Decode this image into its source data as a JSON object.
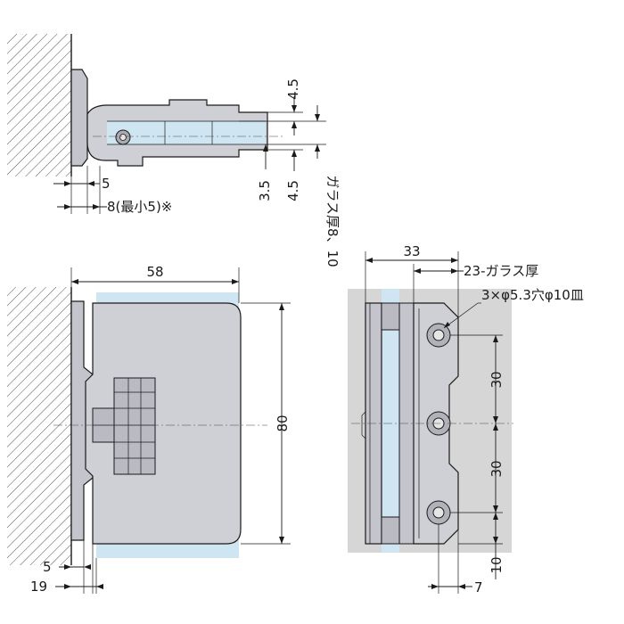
{
  "top_view": {
    "dim_top_gap": "4.5",
    "dim_bottom_gap": "4.5",
    "dim_35": "3.5",
    "dim_5": "5",
    "dim_8": "8(最小5)※",
    "glass_thickness_label": "ガラス厚8、10"
  },
  "front_view": {
    "dim_width": "58",
    "dim_height": "80",
    "dim_5": "5",
    "dim_19": "19"
  },
  "side_view": {
    "dim_33": "33",
    "dim_23": "23-ガラス厚",
    "hole_spec": "3×φ5.3穴φ10皿",
    "dim_30_upper": "30",
    "dim_30_lower": "30",
    "dim_10": "10",
    "dim_7": "7"
  },
  "colors": {
    "body": "#cfd0d6",
    "glass": "#cfe6f2",
    "wall_hatch": "#555555"
  }
}
